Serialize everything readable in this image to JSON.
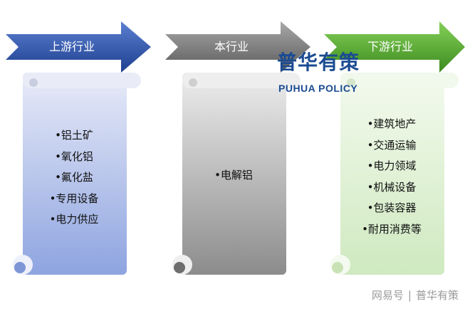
{
  "stages": [
    {
      "label": "上游行业",
      "items": [
        "•铝土矿",
        "•氧化铝",
        "•氟化盐",
        "•专用设备",
        "•电力供应"
      ]
    },
    {
      "label": "本行业",
      "items": [
        "•电解铝"
      ]
    },
    {
      "label": "下游行业",
      "items": [
        "•建筑地产",
        "•交通运输",
        "•电力领域",
        "•机械设备",
        "•包装容器",
        "•耐用消费等"
      ]
    }
  ],
  "logo": {
    "cn": "普华有策",
    "en": "PUHUA POLICY"
  },
  "footer": {
    "platform": "网易号",
    "separator": "|",
    "author": "普华有策"
  },
  "colors": {
    "upstream": "#2f55a8",
    "industry": "#7a7a7a",
    "downstream": "#5aa832"
  }
}
